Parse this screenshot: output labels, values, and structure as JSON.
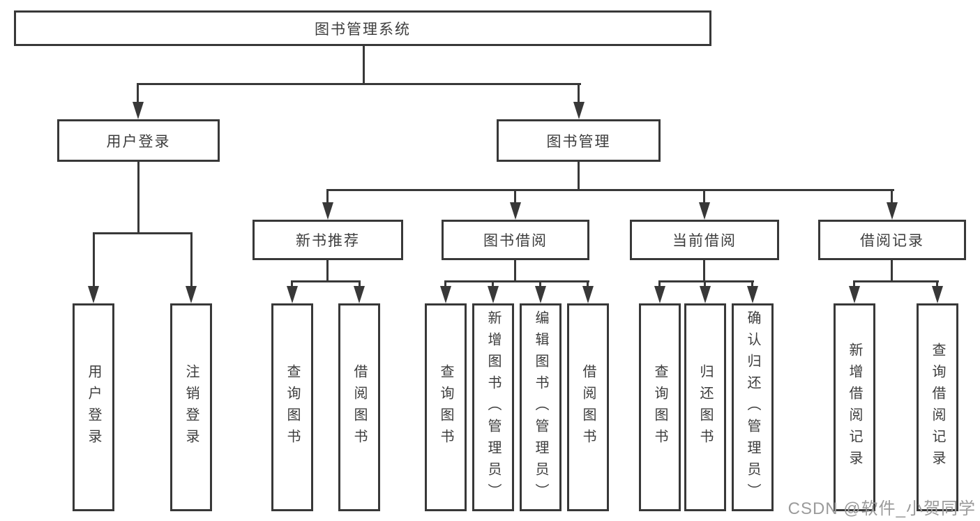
{
  "diagram": {
    "root": {
      "label": "图书管理系统"
    },
    "branches": [
      {
        "label": "用户登录",
        "leaves": [
          "用户登录",
          "注销登录"
        ]
      },
      {
        "label": "图书管理",
        "groups": [
          {
            "label": "新书推荐",
            "leaves": [
              "查询图书",
              "借阅图书"
            ]
          },
          {
            "label": "图书借阅",
            "leaves": [
              "查询图书",
              "新增图书（管理员）",
              "编辑图书（管理员）",
              "借阅图书"
            ]
          },
          {
            "label": "当前借阅",
            "leaves": [
              "查询图书",
              "归还图书",
              "确认归还（管理员）"
            ]
          },
          {
            "label": "借阅记录",
            "leaves": [
              "新增借阅记录",
              "查询借阅记录"
            ]
          }
        ]
      }
    ]
  },
  "colors": {
    "line": "#383838",
    "text": "#3d3d3d",
    "watermark": "#9b9b9b",
    "background": "#ffffff"
  },
  "watermark": {
    "text": "CSDN @软件_小贺同学"
  }
}
